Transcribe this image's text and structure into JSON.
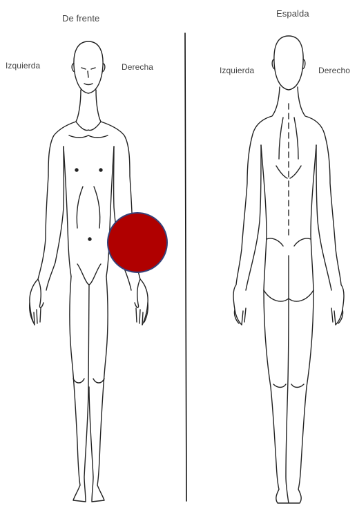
{
  "front": {
    "title": "De frente",
    "left_label": "Izquierda",
    "right_label": "Derecha"
  },
  "back": {
    "title": "Espalda",
    "left_label": "Izquierda",
    "right_label": "Derecho"
  },
  "marker": {
    "color": "#b00000",
    "border_color": "#35427a"
  }
}
